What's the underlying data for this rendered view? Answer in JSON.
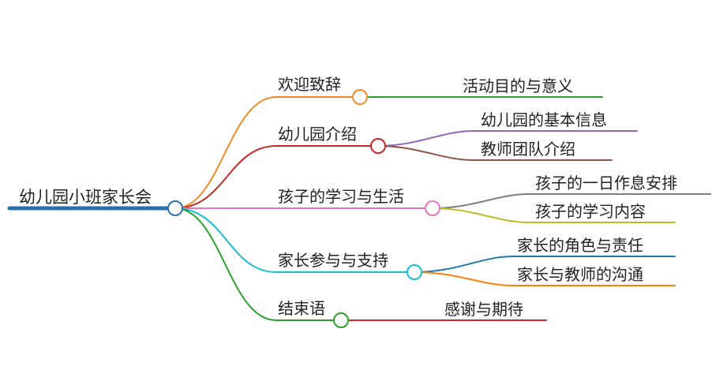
{
  "mindmap": {
    "root": {
      "label": "幼儿园小班家长会",
      "color": "#2a6fb0"
    },
    "branches": [
      {
        "label": "欢迎致辞",
        "color": "#f08a24",
        "children": [
          {
            "label": "活动目的与意义",
            "color": "#2ca02c"
          }
        ]
      },
      {
        "label": "幼儿园介绍",
        "color": "#c62828",
        "children": [
          {
            "label": "幼儿园的基本信息",
            "color": "#9467bd"
          },
          {
            "label": "教师团队介绍",
            "color": "#8c564b"
          }
        ]
      },
      {
        "label": "孩子的学习与生活",
        "color": "#e377c2",
        "children": [
          {
            "label": "孩子的一日作息安排",
            "color": "#7f7f7f"
          },
          {
            "label": "孩子的学习内容",
            "color": "#bcbd22"
          }
        ]
      },
      {
        "label": "家长参与与支持",
        "color": "#17becf",
        "children": [
          {
            "label": "家长的角色与责任",
            "color": "#1f77b4"
          },
          {
            "label": "家长与教师的沟通",
            "color": "#ff7f0e"
          }
        ]
      },
      {
        "label": "结束语",
        "color": "#2ca02c",
        "children": [
          {
            "label": "感谢与期待",
            "color": "#d62728"
          }
        ]
      }
    ]
  }
}
